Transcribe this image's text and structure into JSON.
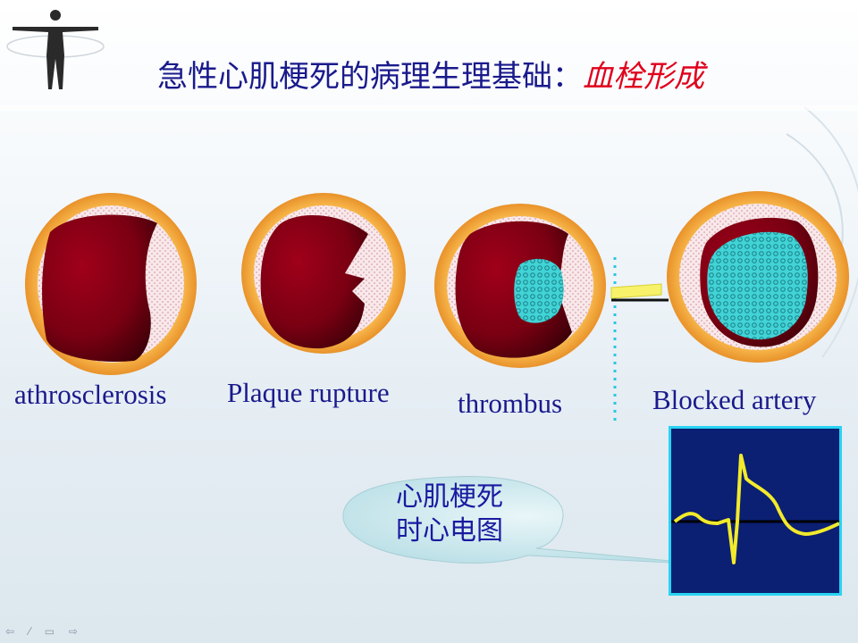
{
  "title": {
    "main": "急性心肌梗死的病理生理基础：",
    "accent": "血栓形成"
  },
  "stages": [
    {
      "label": "athrosclerosis"
    },
    {
      "label": "Plaque rupture"
    },
    {
      "label": "thrombus"
    },
    {
      "label": "Blocked artery"
    }
  ],
  "bubble": {
    "line1": "心肌梗死",
    "line2": "时心电图"
  },
  "colors": {
    "title": "#1a1a8c",
    "accent": "#e0001b",
    "vessel_wall": "#f4a93a",
    "lumen": "#8a0010",
    "plaque": "#f7e3e6",
    "thrombus": "#3fd6d6",
    "ecg_bg": "#0b1f73",
    "ecg_trace": "#f2ea2b"
  },
  "icons": [
    "human-figure-logo",
    "nav-arrows"
  ]
}
